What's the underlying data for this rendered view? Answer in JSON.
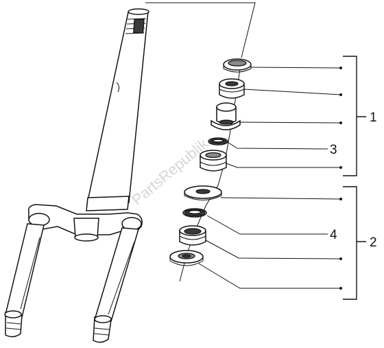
{
  "callouts": {
    "bracket_top": "1",
    "bracket_bottom": "2",
    "label_3": "3",
    "label_4": "4"
  },
  "watermark": "PartsRepublik"
}
